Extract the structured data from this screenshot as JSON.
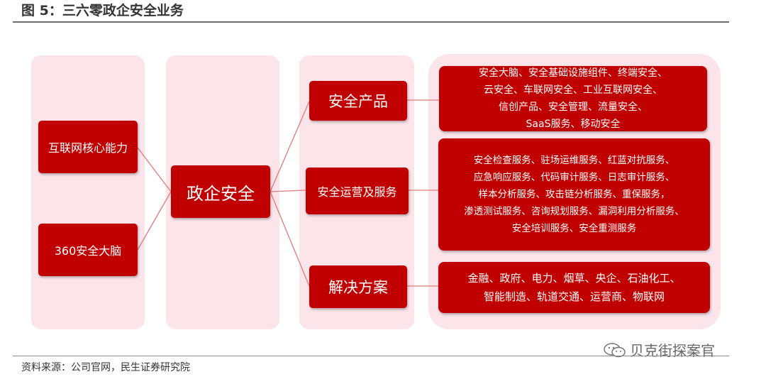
{
  "title": "图 5：三六零政企安全业务",
  "source": "资料来源：公司官网，民生证券研究院",
  "watermark": "贝克街探案官",
  "colors": {
    "node": "#c00000",
    "panel": "#fbe4ea",
    "connector": "#e07a7a"
  },
  "capabilities": [
    "互联网核心能力",
    "360安全大脑"
  ],
  "center": "政企安全",
  "categories": [
    {
      "label": "安全产品",
      "lines": [
        "安全大脑、安全基础设施组件、终端安全、",
        "云安全、车联网安全、工业互联网安全、",
        "信创产品、安全管理、流量安全、",
        "SaaS服务、移动安全"
      ]
    },
    {
      "label": "安全运营及服务",
      "lines": [
        "安全检查服务、驻场运维服务、红蓝对抗服务、",
        "应急响应服务、代码审计服务、日志审计服务、",
        "样本分析服务、攻击链分析服务、重保服务，",
        "渗透测试服务、咨询规划服务、漏洞利用分析服务、",
        "安全培训服务、安全重测服务"
      ]
    },
    {
      "label": "解决方案",
      "lines": [
        "金融、政府、电力、烟草、央企、石油化工、",
        "智能制造、轨道交通、运营商、物联网"
      ]
    }
  ]
}
